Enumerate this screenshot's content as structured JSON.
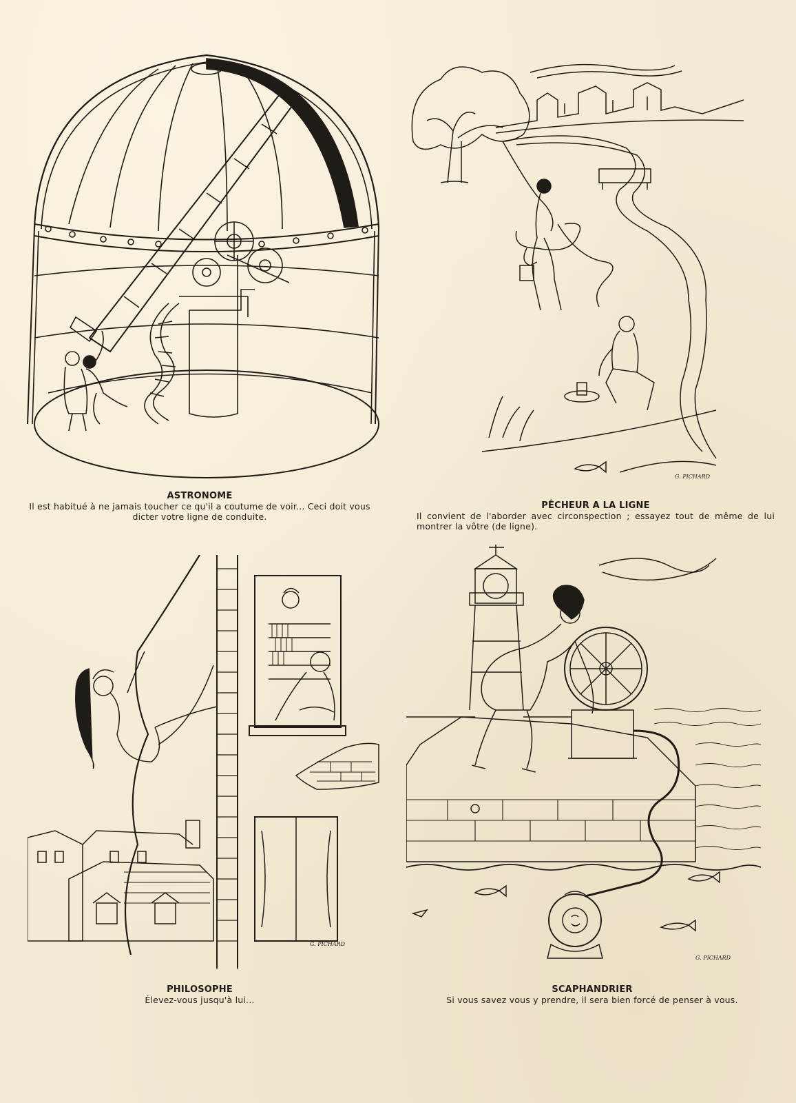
{
  "panels": [
    {
      "id": "astronome",
      "title": "ASTRONOME",
      "text": "Il est habitué à ne jamais toucher ce qu'il a coutume de voir... Ceci doit vous dicter votre ligne de conduite."
    },
    {
      "id": "pecheur",
      "title": "PÊCHEUR A LA LIGNE",
      "text": "Il convient de l'aborder avec circonspection ; essayez tout de même de lui montrer la vôtre (de ligne).",
      "signature": "G. PICHARD"
    },
    {
      "id": "philosophe",
      "title": "PHILOSOPHE",
      "text": "Élevez-vous jusqu'à lui...",
      "signature": "G. PICHARD"
    },
    {
      "id": "scaphandrier",
      "title": "SCAPHANDRIER",
      "text": "Si vous savez vous y prendre, il sera bien forcé de penser à vous.",
      "signature": "G. PICHARD"
    }
  ],
  "colors": {
    "paper": "#f3ead3",
    "ink": "#1f1b16"
  }
}
